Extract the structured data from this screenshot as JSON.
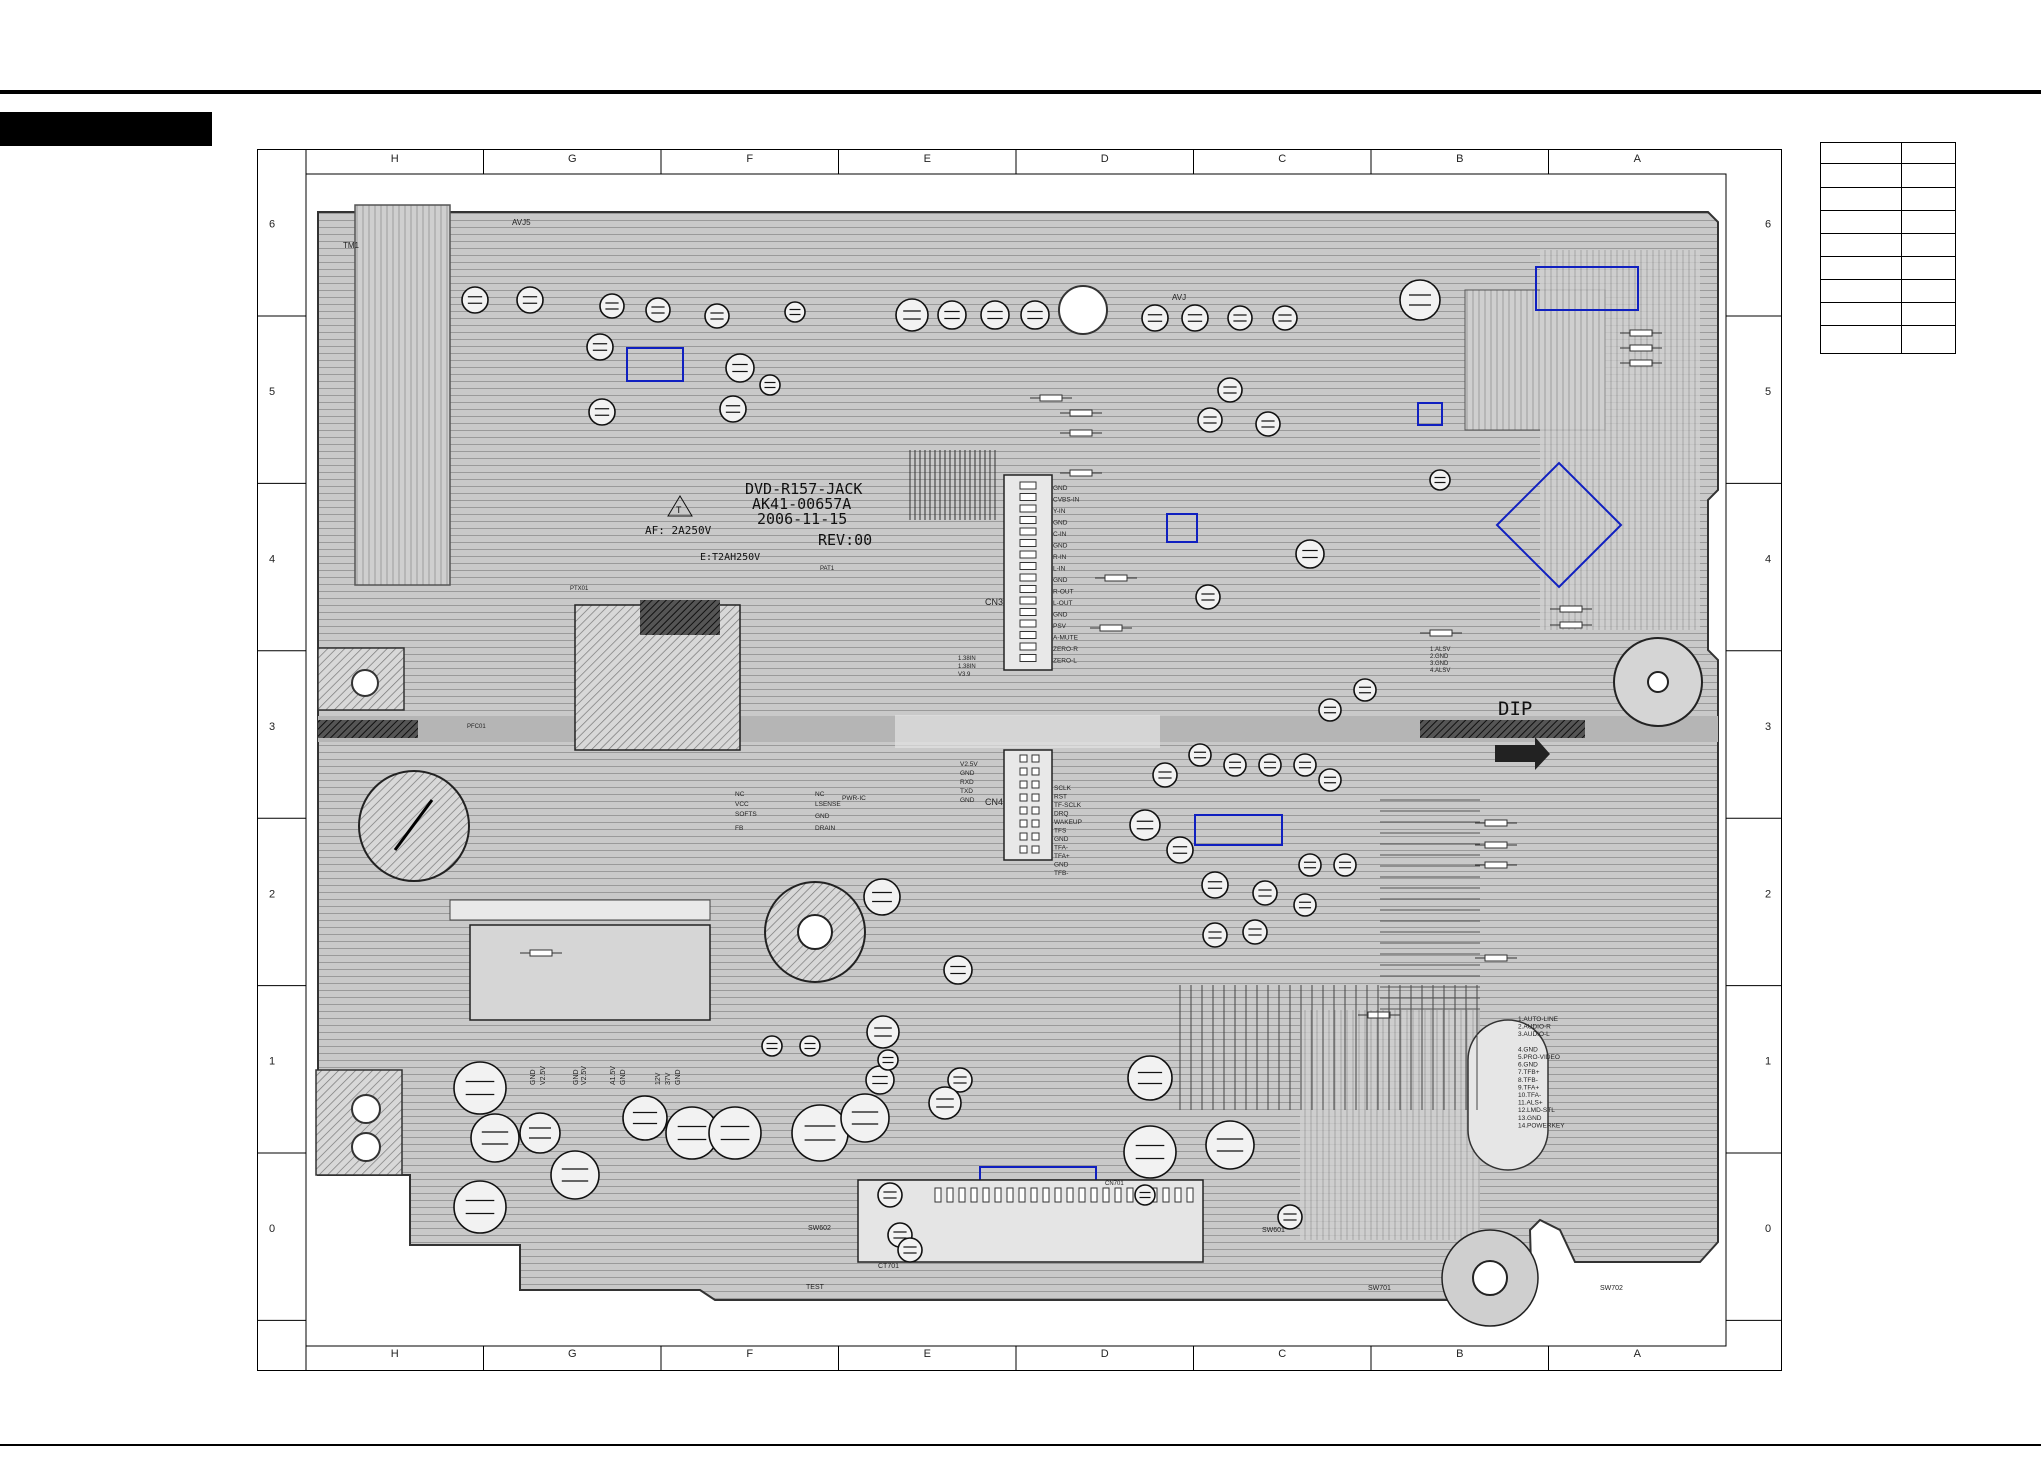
{
  "board": {
    "model_line1": "DVD-R157-JACK",
    "model_line2": "AK41-00657A",
    "date": "2006-11-15",
    "rev": "REV:00",
    "dip_label": "DIP",
    "fuse_primary": "E:T2AH250V",
    "fuse_secondary": "AF: 2A250V",
    "fuse_marker": "T",
    "connector_cn3": "CN3",
    "connector_cn4": "CN4",
    "connector_cn3_pins": [
      "GND",
      "CVBS-IN",
      "Y-IN",
      "GND",
      "C-IN",
      "GND",
      "R-IN",
      "L-IN",
      "GND",
      "R-OUT",
      "L-OUT",
      "GND",
      "PSV",
      "A-MUTE",
      "ZERO-R",
      "ZERO-L"
    ],
    "connector_cn4_pins": [
      "V2.5V",
      "GND",
      "RXD",
      "TXD",
      "GND",
      "SCLK",
      "RST",
      "TF-SCLK",
      "DRQ",
      "WAKEUP",
      "TFS",
      "GND",
      "TFA-",
      "TFA+",
      "GND",
      "TFB-"
    ],
    "front_pins": [
      "1.AUTO-LINE",
      "2.AUDIO-R",
      "3.AUDIO-L",
      "",
      "4.GND",
      "5.PRO-VIDEO",
      "6.GND",
      "7.TFB+",
      "8.TFB-",
      "9.TFA+",
      "10.TFA-",
      "11.ALS+",
      "12.LMD-STL",
      "13.GND",
      "14.POWERKEY"
    ],
    "kc_pins": [
      "1.ALSV",
      "2.GND",
      "3.GND",
      "4.ALSV"
    ],
    "supply_labels": [
      "GND",
      "V2.5V",
      "GND",
      "V2.5V",
      "A1.5V",
      "GND",
      "12V",
      "37V",
      "GND"
    ],
    "bottom_labels": [
      "TEST",
      "SW701",
      "SW702",
      "CT701",
      "CN701"
    ],
    "ic_labels": [
      "PWR-IC",
      "NC",
      "VCC",
      "SOFTS",
      "FB",
      "NC",
      "LSENSE",
      "GND",
      "DRAIN"
    ],
    "misc_labels": [
      "TM1",
      "AVJ5",
      "AVJ",
      "SW602",
      "SW601",
      "PFC01",
      "PAT1",
      "PTX01",
      "1.38IN",
      "1.38IN",
      "V3.9"
    ]
  },
  "grid": {
    "columns": [
      "H",
      "G",
      "F",
      "E",
      "D",
      "C",
      "B",
      "A"
    ],
    "rows": [
      "6",
      "5",
      "4",
      "3",
      "2",
      "1",
      "0"
    ]
  }
}
